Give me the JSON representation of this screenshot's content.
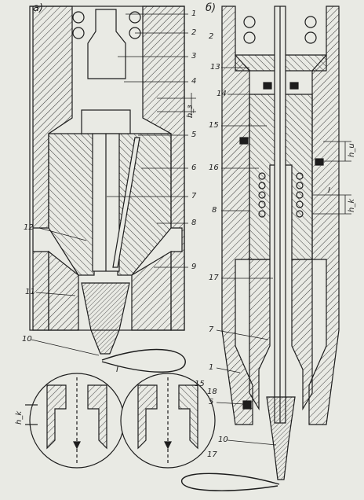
{
  "panels": [
    {
      "id": "a",
      "label": "а)"
    },
    {
      "id": "b",
      "label": "б)"
    }
  ],
  "callouts": {
    "a": [
      "1",
      "2",
      "3",
      "4",
      "5",
      "6",
      "7",
      "8",
      "9",
      "10",
      "11",
      "12"
    ],
    "b": [
      "2",
      "13",
      "14",
      "15",
      "16",
      "8",
      "17",
      "7",
      "1",
      "5",
      "10"
    ],
    "detail_right": [
      "15",
      "18",
      "17"
    ]
  },
  "detail_mark": "I",
  "dimension_labels": {
    "lift_a": "h_з",
    "h_u": "h_u",
    "h_k": "h_k",
    "h_k_detail": "h_k"
  },
  "colors": {
    "ink": "#1d1d1d",
    "paper": "#e9eae4",
    "hatch": "#3a3a3a"
  }
}
